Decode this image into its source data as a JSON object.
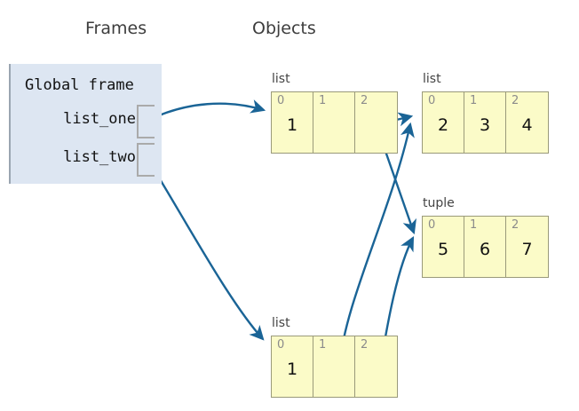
{
  "headings": {
    "frames": "Frames",
    "objects": "Objects"
  },
  "colors": {
    "arrow": "#1a6496",
    "frame_background": "#dde6f2",
    "object_background": "#fbfbc8",
    "object_border": "#9a9a7a",
    "index_label": "#8b8b8b"
  },
  "frame": {
    "title": "Global frame",
    "variables": [
      {
        "name": "list_one"
      },
      {
        "name": "list_two"
      }
    ]
  },
  "objects": [
    {
      "id": "list-a",
      "type_label": "list",
      "cells": [
        {
          "index": "0",
          "value": "1"
        },
        {
          "index": "1",
          "value": ""
        },
        {
          "index": "2",
          "value": ""
        }
      ]
    },
    {
      "id": "list-b",
      "type_label": "list",
      "cells": [
        {
          "index": "0",
          "value": "2"
        },
        {
          "index": "1",
          "value": "3"
        },
        {
          "index": "2",
          "value": "4"
        }
      ]
    },
    {
      "id": "tuple",
      "type_label": "tuple",
      "cells": [
        {
          "index": "0",
          "value": "5"
        },
        {
          "index": "1",
          "value": "6"
        },
        {
          "index": "2",
          "value": "7"
        }
      ]
    },
    {
      "id": "list-c",
      "type_label": "list",
      "cells": [
        {
          "index": "0",
          "value": "1"
        },
        {
          "index": "1",
          "value": ""
        },
        {
          "index": "2",
          "value": ""
        }
      ]
    }
  ]
}
